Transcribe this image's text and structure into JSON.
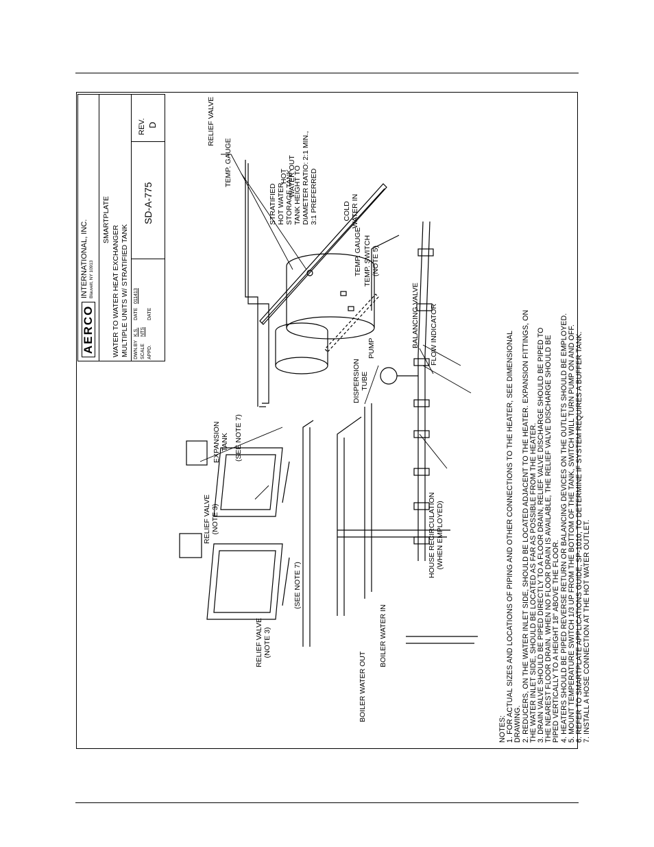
{
  "labels": {
    "relief_valve_tank": "RELIEF VALVE",
    "temp_gauge_top": "TEMP. GAUGE",
    "hot_water_out": [
      "HOT",
      "WATER OUT"
    ],
    "temp_gauge_tank": "TEMP. GAUGE",
    "temp_switch": [
      "TEMP. SWITCH",
      "(NOTE 5)"
    ],
    "stratified_tank": [
      "STRATIFIED",
      "HOT WATER",
      "STORAGE TANK",
      "TANK HEIGHT TO",
      "DIAMETER RATIO: 2:1 MIN.,",
      "3:1 PREFERRED"
    ],
    "cold_water_in": [
      "COLD",
      "WATER IN"
    ],
    "balancing_valve": "BALANCING VALVE",
    "pump": "PUMP",
    "flow_indicator": "FLOW INDICATOR",
    "dispersion_tube": [
      "DISPERSION",
      "TUBE"
    ],
    "expansion_tank": [
      "EXPANSION",
      "TANK"
    ],
    "see_note_7_right": "(SEE NOTE 7)",
    "see_note_7_left": "(SEE NOTE 7)",
    "relief_valve_right": [
      "RELIEF VALVE",
      "(NOTE 3)"
    ],
    "relief_valve_left": [
      "RELIEF VALVE",
      "(NOTE 3)"
    ],
    "house_recirculation": [
      "HOUSE RECIRCULATION",
      "(WHEN EMPLOYED)"
    ],
    "boiler_water_out": "BOILER WATER OUT",
    "boiler_water_in": "BOILER WATER IN"
  },
  "notes": {
    "heading": "NOTES:",
    "lines": [
      "1. FOR ACTUAL SIZES AND LOCATIONS OF PIPING AND OTHER CONNECTIONS TO THE HEATER, SEE DIMENSIONAL",
      "    DRAWING.",
      "2. REDUCERS, ON THE WATER INLET SIDE, SHOULD BE LOCATED ADJACENT TO THE HEATER. EXPANSION FITTINGS, ON",
      "    THE WATER INLET SIDE, SHOULD BE LOCATED AS FAR AS POSSIBLE FROM THE HEATER.",
      "3. DRAIN VALVE SHOULD BE PIPED DIRECTLY TO A FLOOR DRAIN, RELIEF VALVE DISCHARGE SHOULD BE PIPED TO",
      "    THE NEAREST FLOOR DRAIN. WHEN NO FLOOR DRAIN IS AVAILABLE, THE RELIEF VALVE DISCHARGE SHOULD BE",
      "    PIPED VERTICALLY TO A HEIGHT 18\" ABOVE THE FLOOR.",
      "4. HEATERS SHOULD BE PIPED REVERSE RETURN OR BALANCING DEVICES ON THE OUTLETS SHOULD BE EMPLOYED.",
      "5. MOUNT TEMPERATURE SWITCH 1/3 UP FROM THE BOTTOM OF THE TANK, SWITCH WILL TURN PUMP ON AND OFF.",
      "6. REFER TO SMARTPLATE APPLICATIONS GUIDE, SP-1010, TO DETERMINE IF SYSTEM REQUIRES A BUFFER TANK.",
      "7. INSTALL A HOSE CONNECTION AT THE HOT WATER OUTLET."
    ]
  },
  "title_block": {
    "logo_text": "AERCO",
    "company": "INTERNATIONAL, INC.",
    "company_address": "Blauvelt, NY 10913",
    "product": "SMARTPLATE",
    "title_line1": "WATER TO WATER HEAT EXCHANGER",
    "title_line2": "MULTIPLE UNITS W/ STRATIFIED TANK",
    "dwn_by_label": "DWN.BY",
    "dwn_by_value": "K.S.",
    "date_label": "DATE",
    "date_value": "011413",
    "scale_label": "SCALE",
    "scale_value": "NTS",
    "appd_label": "APPD.",
    "appd_date_label": "DATE",
    "drawing_number": "SD-A-775",
    "rev_label": "REV.",
    "rev_value": "D"
  }
}
